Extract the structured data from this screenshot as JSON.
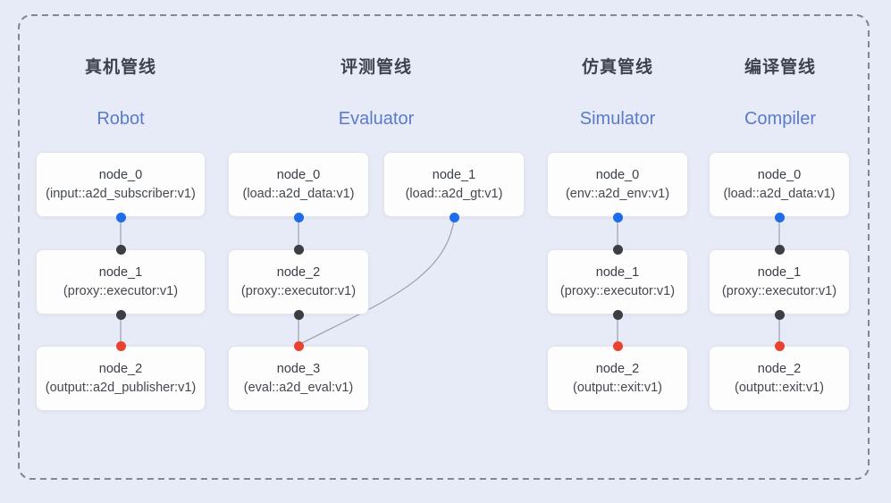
{
  "colors": {
    "background": "#e7ebf7",
    "frame_dash": "#83878f",
    "node_fill": "#fdfdfe",
    "node_border": "#e2e4ea",
    "edge": "#9fa6b3",
    "port_blue": "#1e6ce8",
    "port_black": "#3b3e43",
    "port_red": "#e84330",
    "title_cn": "#3d424e",
    "title_en": "#5b7ac8"
  },
  "pipelines": [
    {
      "title_cn": "真机管线",
      "title_en": "Robot",
      "nodes": [
        {
          "name": "node_0",
          "type": "(input::a2d_subscriber:v1)"
        },
        {
          "name": "node_1",
          "type": "(proxy::executor:v1)"
        },
        {
          "name": "node_2",
          "type": "(output::a2d_publisher:v1)"
        }
      ]
    },
    {
      "title_cn": "评测管线",
      "title_en": "Evaluator",
      "nodes": [
        {
          "name": "node_0",
          "type": "(load::a2d_data:v1)"
        },
        {
          "name": "node_1",
          "type": "(load::a2d_gt:v1)"
        },
        {
          "name": "node_2",
          "type": "(proxy::executor:v1)"
        },
        {
          "name": "node_3",
          "type": "(eval::a2d_eval:v1)"
        }
      ]
    },
    {
      "title_cn": "仿真管线",
      "title_en": "Simulator",
      "nodes": [
        {
          "name": "node_0",
          "type": "(env::a2d_env:v1)"
        },
        {
          "name": "node_1",
          "type": "(proxy::executor:v1)"
        },
        {
          "name": "node_2",
          "type": "(output::exit:v1)"
        }
      ]
    },
    {
      "title_cn": "编译管线",
      "title_en": "Compiler",
      "nodes": [
        {
          "name": "node_0",
          "type": "(load::a2d_data:v1)"
        },
        {
          "name": "node_1",
          "type": "(proxy::executor:v1)"
        },
        {
          "name": "node_2",
          "type": "(output::exit:v1)"
        }
      ]
    }
  ]
}
